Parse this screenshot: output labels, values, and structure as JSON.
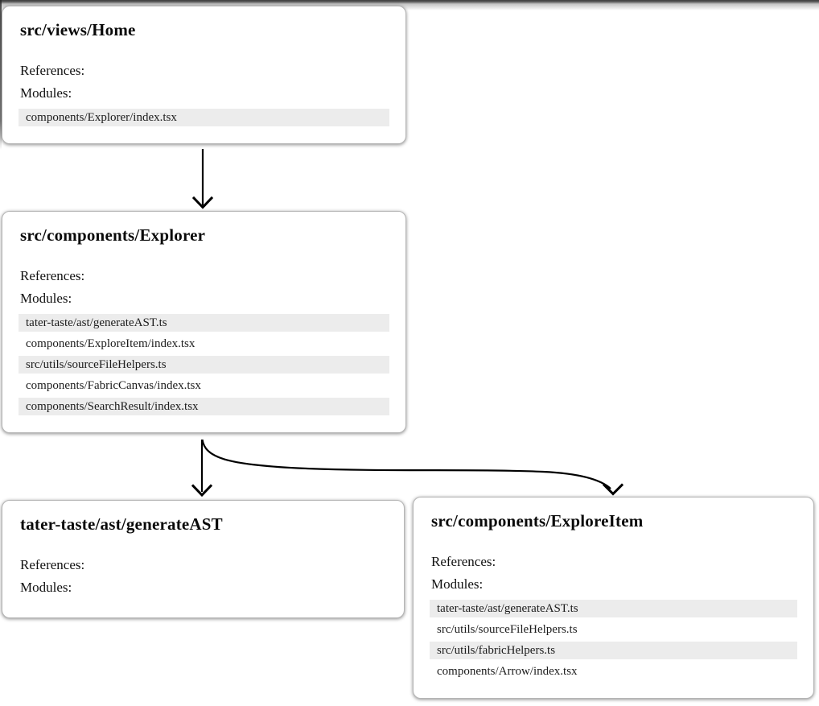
{
  "labels": {
    "references": "References:",
    "modules": "Modules:"
  },
  "nodes": [
    {
      "title": "src/views/Home",
      "modules": [
        "components/Explorer/index.tsx"
      ]
    },
    {
      "title": "src/components/Explorer",
      "modules": [
        "tater-taste/ast/generateAST.ts",
        "components/ExploreItem/index.tsx",
        "src/utils/sourceFileHelpers.ts",
        "components/FabricCanvas/index.tsx",
        "components/SearchResult/index.tsx"
      ]
    },
    {
      "title": "tater-taste/ast/generateAST",
      "modules": []
    },
    {
      "title": "src/components/ExploreItem",
      "modules": [
        "tater-taste/ast/generateAST.ts",
        "src/utils/sourceFileHelpers.ts",
        "src/utils/fabricHelpers.ts",
        "components/Arrow/index.tsx"
      ]
    }
  ],
  "edges": [
    {
      "from": "src/views/Home",
      "to": "src/components/Explorer"
    },
    {
      "from": "src/components/Explorer",
      "to": "tater-taste/ast/generateAST"
    },
    {
      "from": "src/components/Explorer",
      "to": "src/components/ExploreItem"
    }
  ],
  "colors": {
    "row_stripe": "#ececec",
    "card_border": "#b5b5b5",
    "card_background": "#ffffff",
    "arrow": "#000000",
    "title_color": "#0a0a0a",
    "text_color": "#1c1c1c"
  }
}
